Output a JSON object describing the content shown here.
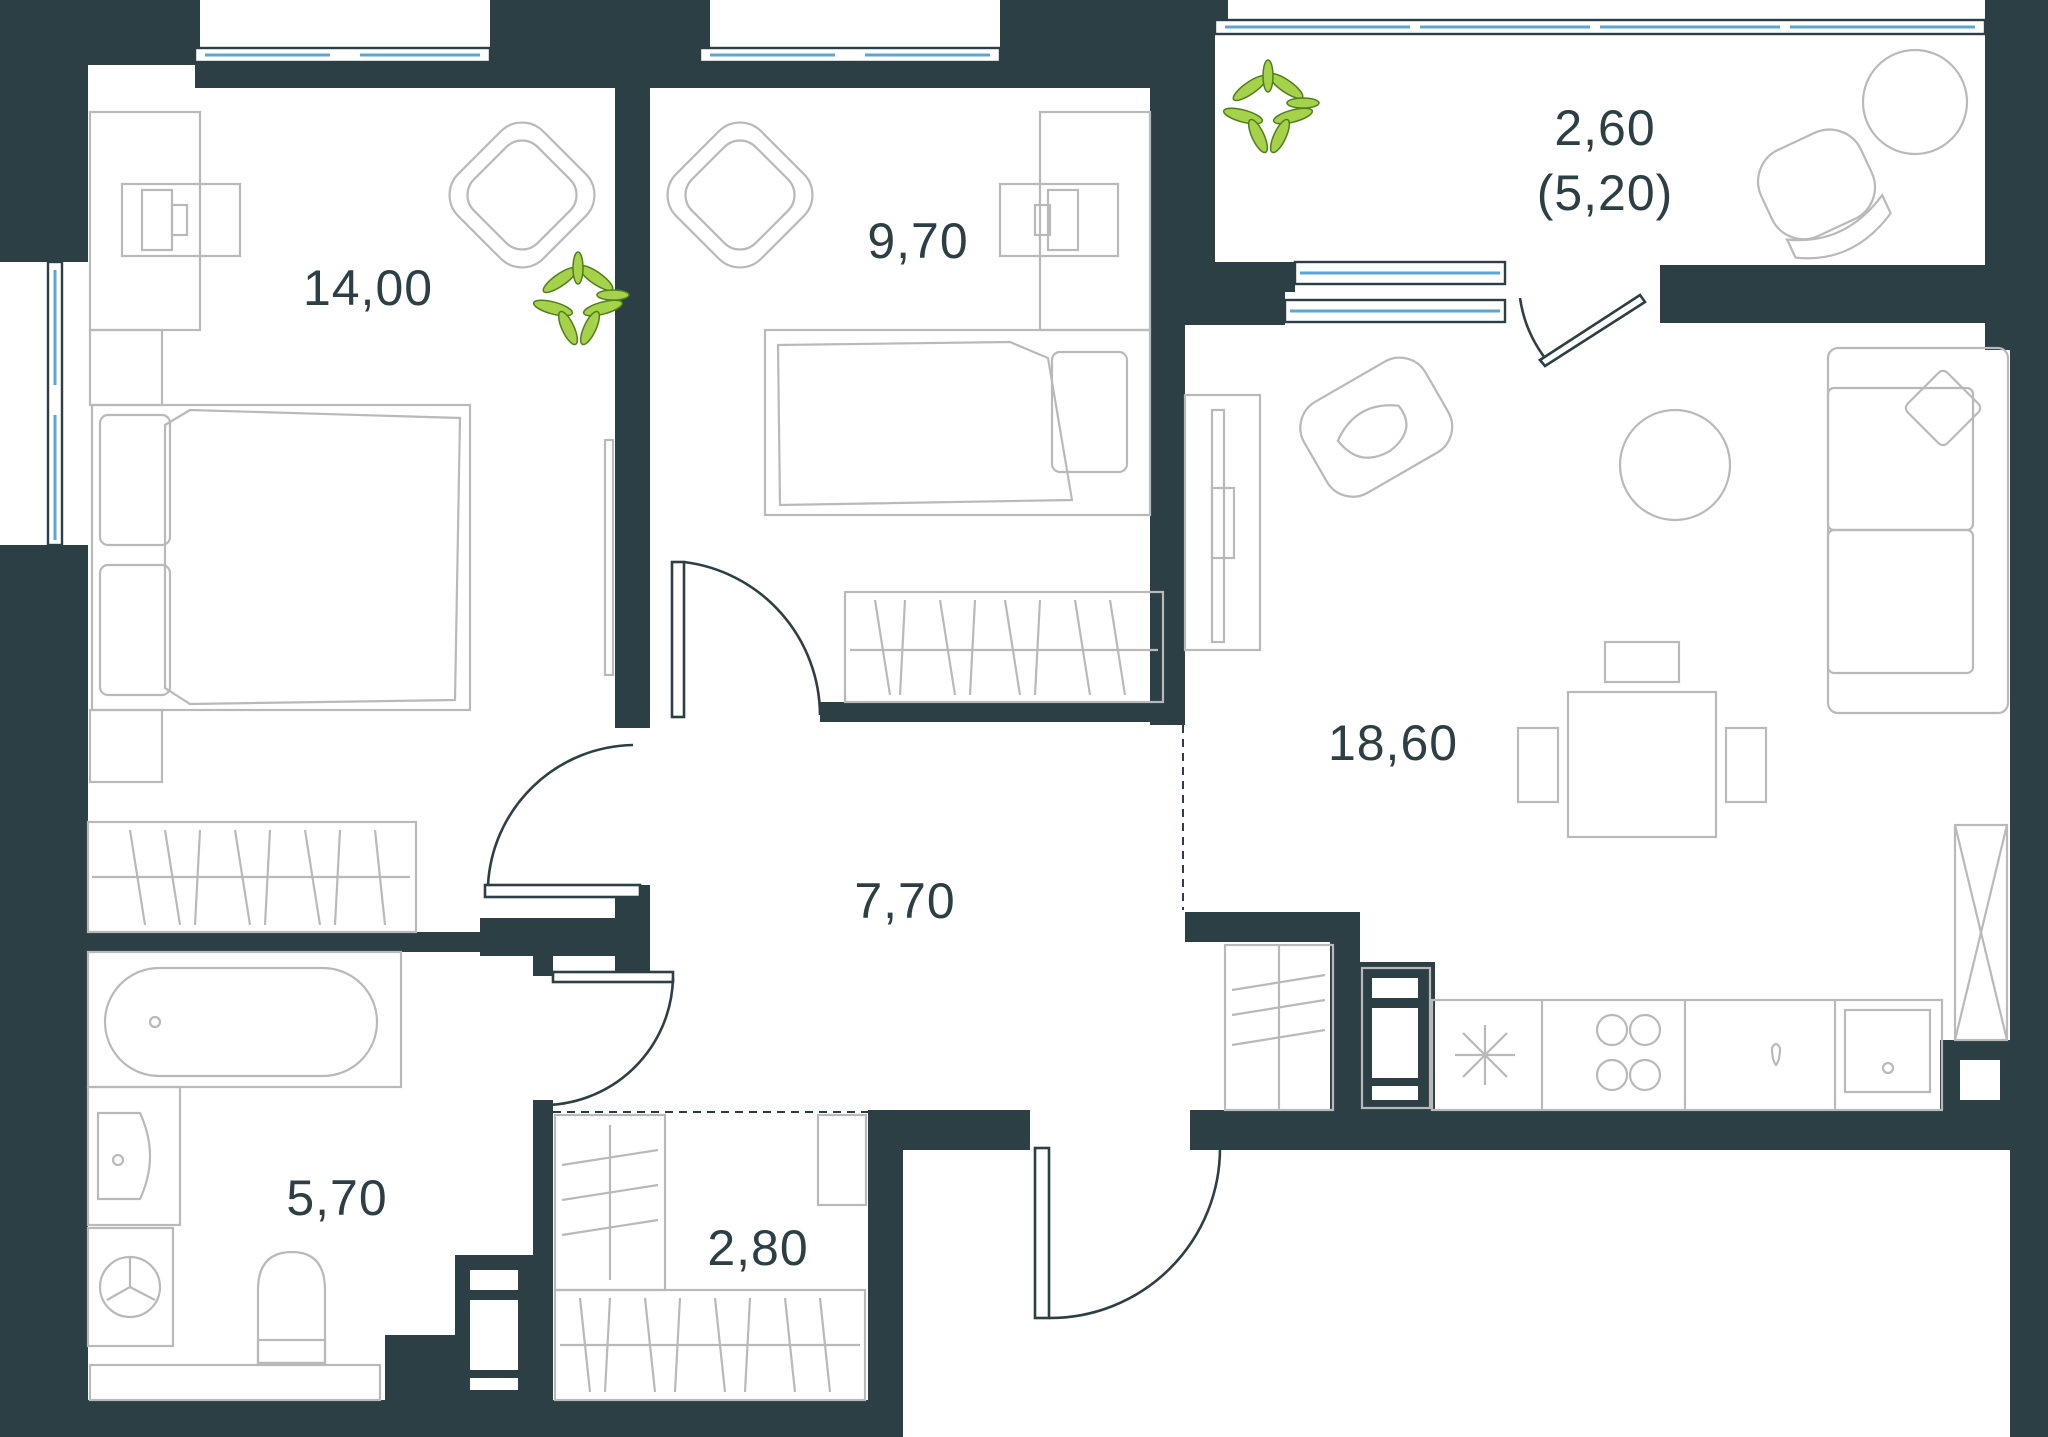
{
  "rooms": {
    "bedroom_large": {
      "area": "14,00"
    },
    "bedroom_small": {
      "area": "9,70"
    },
    "balcony": {
      "area": "2,60",
      "area_full": "(5,20)"
    },
    "living_kitchen": {
      "area": "18,60"
    },
    "hallway": {
      "area": "7,70"
    },
    "bathroom": {
      "area": "5,70"
    },
    "storage": {
      "area": "2,80"
    }
  },
  "colors": {
    "wall": "#2c3f45",
    "furniture": "#b9b9b9",
    "glass": "#5aa6d6",
    "plant": "#a6d14a"
  }
}
